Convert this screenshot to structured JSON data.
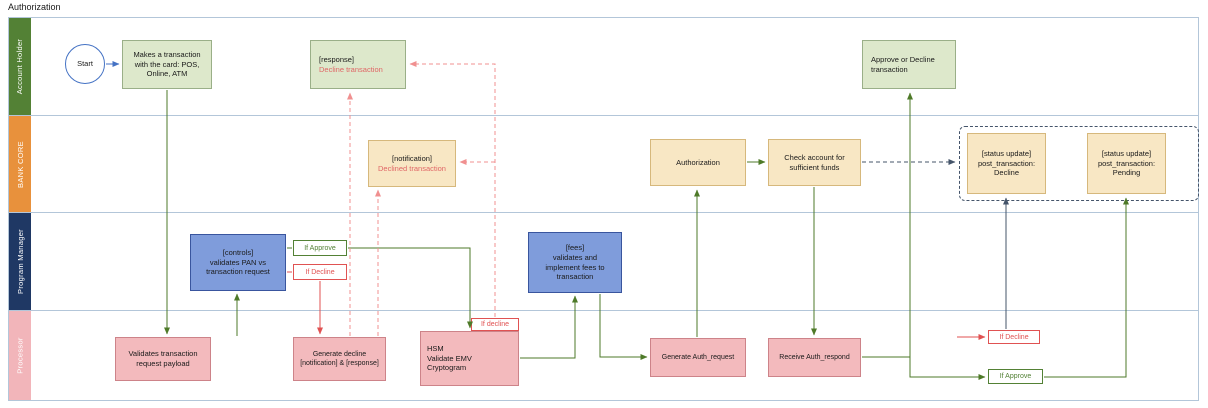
{
  "title": "Authorization",
  "lanes": {
    "account_holder": "Account Holder",
    "bank_core": "BANK CORE",
    "program_manager": "Program Manager",
    "processor": "Processor"
  },
  "nodes": {
    "start": "Start",
    "makes_transaction": "Makes a transaction\nwith the card: POS,\nOnline, ATM",
    "response_tag": "[response]",
    "response_text": "Decline transaction",
    "approve_or_decline": "Approve or Decline\ntransaction",
    "notification_tag": "[notification]",
    "notification_text": "Declined transaction",
    "authorization": "Authorization",
    "check_account": "Check account for\nsufficient funds",
    "status_decline": "[status update]\npost_transaction:\nDecline",
    "status_pending": "[status update]\npost_transaction:\nPending",
    "controls": "[controls]\nvalidates PAN vs\ntransaction request",
    "if_approve": "If Approve",
    "if_decline": "If Decline",
    "fees": "[fees]\nvalidates and\nimplement fees to\ntransaction",
    "validates_payload": "Validates transaction\nrequest payload",
    "generate_decline": "Generate decline\n[notification] & [response]",
    "hsm": "HSM\nValidate EMV\nCryptogram",
    "hsm_if_decline": "If decline",
    "generate_auth": "Generate Auth_request",
    "receive_auth": "Receive Auth_respond",
    "if_decline_right": "If Decline",
    "if_approve_right": "If Approve"
  },
  "colors": {
    "lane_account_holder": "#538135",
    "lane_bank_core": "#e8913c",
    "lane_program_manager": "#1f3864",
    "lane_processor": "#f2b5ba",
    "node_green": "#dde8cb",
    "node_tan": "#f8e7c4",
    "node_blue": "#7f9cdb",
    "node_pink": "#f3babd",
    "arrow_green": "#4e7a28",
    "arrow_red": "#e05252",
    "arrow_dashed_red": "#f09090",
    "arrow_blue": "#4472c4",
    "arrow_dark": "#44546a",
    "declined_text": "#e06666"
  }
}
